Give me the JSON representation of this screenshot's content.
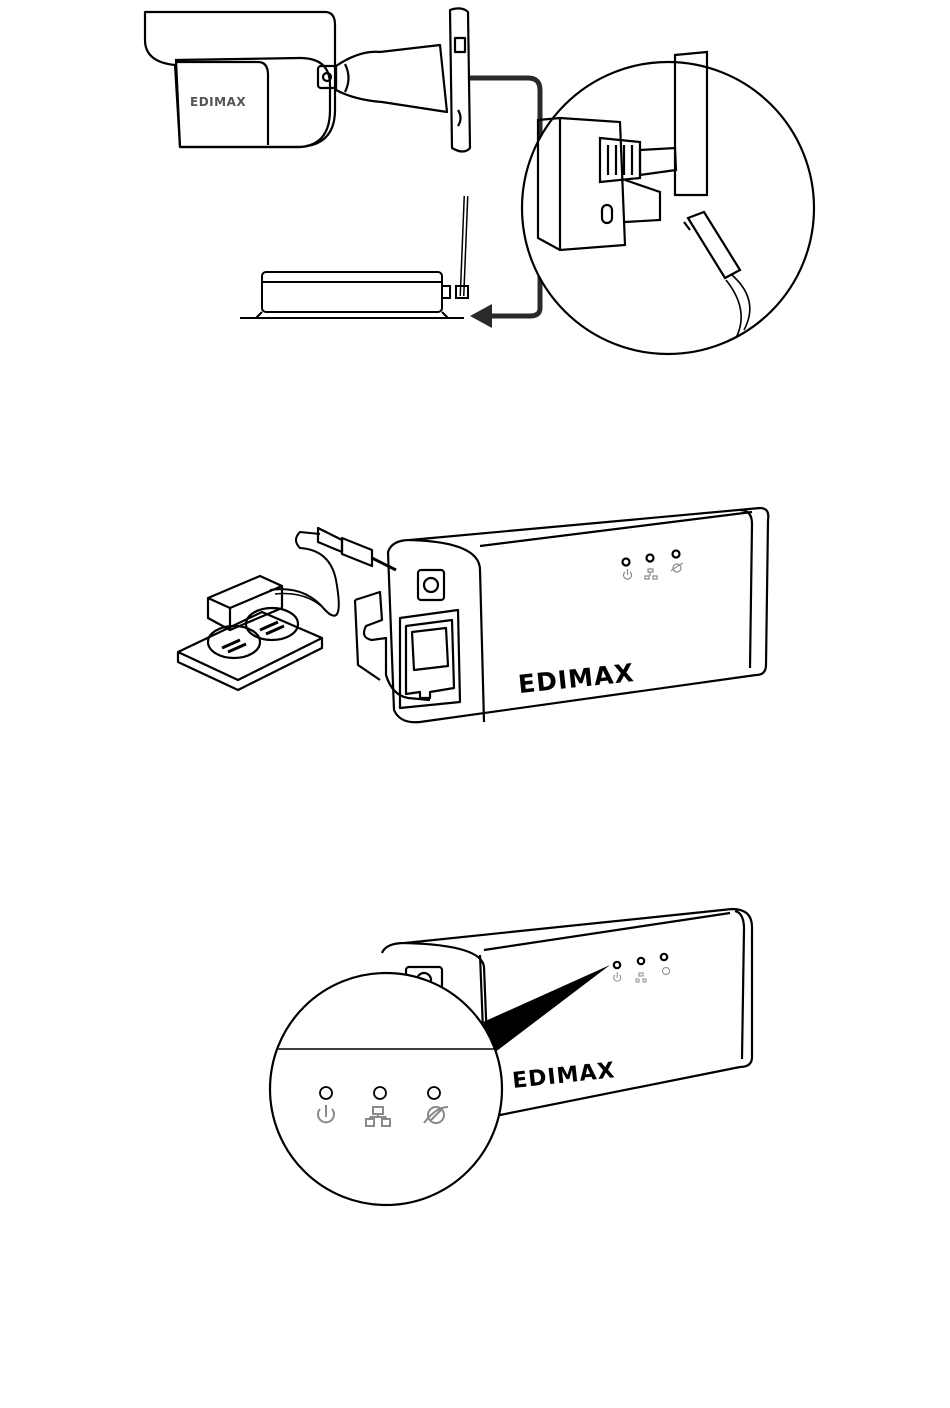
{
  "brand": {
    "camera_logo": "EDIMAX",
    "bridge_logo": "EDIMAX",
    "bridge_logo_zoom": "EDIMAX"
  },
  "icons": [
    "power-icon",
    "lan-icon",
    "internet-icon"
  ],
  "colors": {
    "line": "#000000",
    "cable": "#222222",
    "led_icon": "#8a8a8a"
  }
}
